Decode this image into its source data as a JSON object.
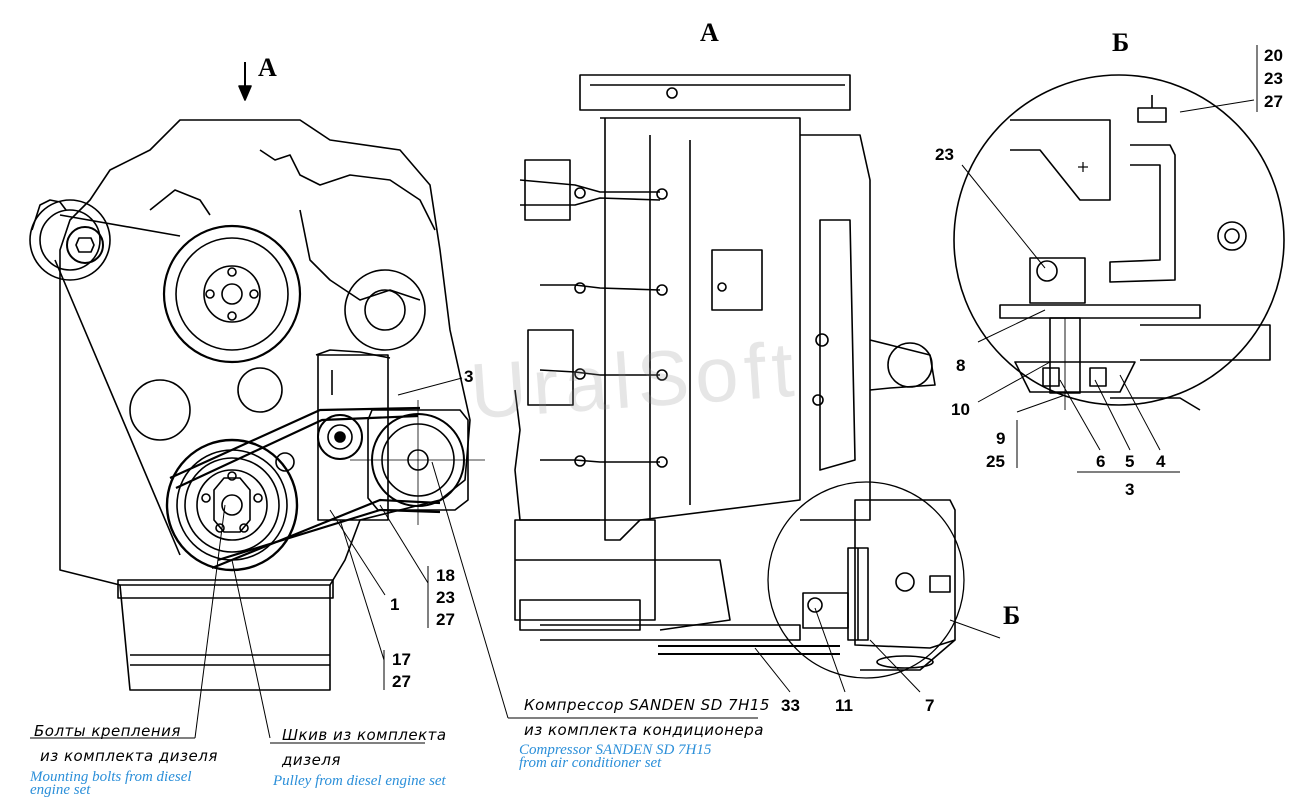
{
  "views": {
    "view_a_left": "А",
    "view_a_center": "А",
    "view_b_detail": "Б",
    "view_b_center": "Б"
  },
  "callouts": {
    "c3_left": "3",
    "c1": "1",
    "c18": "18",
    "c23_left": "23",
    "c27_left": "27",
    "c17": "17",
    "c27_bottom": "27",
    "c33": "33",
    "c11": "11",
    "c7": "7",
    "c20": "20",
    "c23_top": "23",
    "c27_top": "27",
    "c23_detail": "23",
    "c8": "8",
    "c10": "10",
    "c9": "9",
    "c25": "25",
    "c6": "6",
    "c5": "5",
    "c4": "4",
    "c3_detail": "3"
  },
  "notes": {
    "bolts_ru_1": "Болты крепления",
    "bolts_ru_2": "из комплекта дизеля",
    "bolts_en_1": "Mounting bolts from diesel",
    "bolts_en_2": "engine set",
    "pulley_ru_1": "Шкив из комплекта",
    "pulley_ru_2": "дизеля",
    "pulley_en": "Pulley from diesel engine set",
    "comp_ru_1": "Компрессор SANDEN SD 7H15",
    "comp_ru_2": "из комплекта кондиционера",
    "comp_en_1": "Compressor SANDEN SD 7H15",
    "comp_en_2": "from air conditioner set"
  },
  "watermark": "UralSoft"
}
